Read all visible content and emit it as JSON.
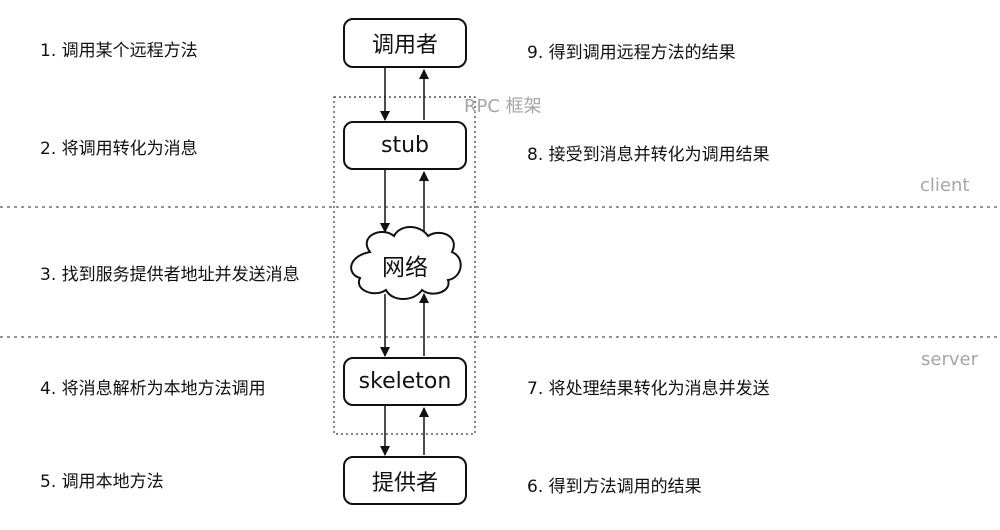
{
  "steps": {
    "s1": "1. 调用某个远程方法",
    "s2": "2. 将调用转化为消息",
    "s3": "3. 找到服务提供者地址并发送消息",
    "s4": "4. 将消息解析为本地方法调用",
    "s5": "5. 调用本地方法",
    "s6": "6. 得到方法调用的结果",
    "s7": "7. 将处理结果转化为消息并发送",
    "s8": "8. 接受到消息并转化为调用结果",
    "s9": "9. 得到调用远程方法的结果"
  },
  "nodes": {
    "caller": "调用者",
    "stub": "stub",
    "network": "网络",
    "skeleton": "skeleton",
    "provider": "提供者"
  },
  "labels": {
    "framework": "RPC 框架",
    "client": "client",
    "server": "server"
  }
}
